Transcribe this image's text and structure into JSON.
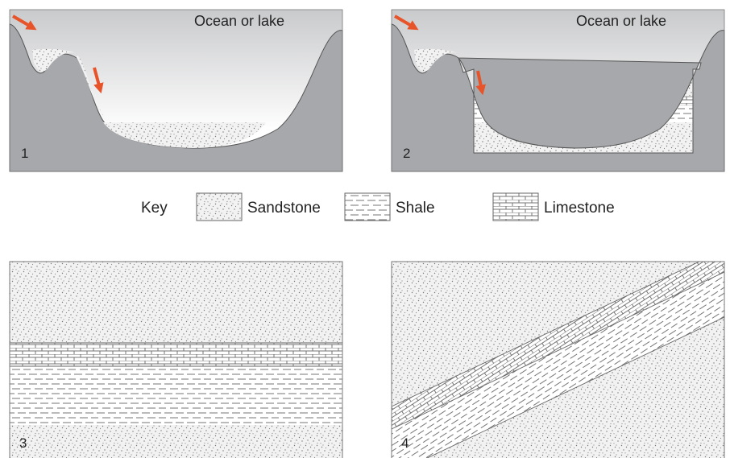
{
  "panels": {
    "p1": {
      "number": "1",
      "water_label": "Ocean or lake"
    },
    "p2": {
      "number": "2",
      "water_label": "Ocean or lake"
    },
    "p3": {
      "number": "3"
    },
    "p4": {
      "number": "4"
    }
  },
  "key": {
    "title": "Key",
    "items": [
      {
        "label": "Sandstone",
        "pattern": "sandstone"
      },
      {
        "label": "Shale",
        "pattern": "shale"
      },
      {
        "label": "Limestone",
        "pattern": "limestone"
      }
    ]
  },
  "colors": {
    "rock_gray": "#a6a8ab",
    "arrow_orange": "#e8542a",
    "outline": "#555555"
  },
  "icons": [
    "sediment-arrow-icon"
  ]
}
